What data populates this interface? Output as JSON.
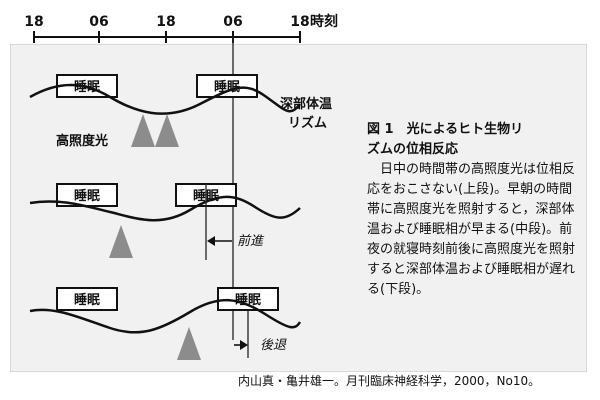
{
  "time_axis": {
    "ticks": [
      "18",
      "06",
      "18",
      "06",
      "18"
    ],
    "unit_label": "時刻"
  },
  "labels": {
    "sleep": "睡眠",
    "rhythm_line1": "深部体温",
    "rhythm_line2": "リズム",
    "bright_light": "高照度光",
    "advance": "前進",
    "delay": "後退"
  },
  "caption": {
    "title_line1": "図 1　光によるヒト生物リ",
    "title_line2": "ズムの位相反応",
    "body": "日中の時間帯の高照度光は位相反応をおこさない(上段)。早朝の時間帯に高照度光を照射すると，深部体温および睡眠相が早まる(中段)。前夜の就寝時刻前後に高照度光を照射すると深部体温および睡眠相が遅れる(下段)。"
  },
  "source": "内山真・亀井雄一。月刊臨床神経科学，2000，No10。",
  "colors": {
    "light_cone": "#8c8c8c",
    "panel_bg": "#f1f1f1"
  }
}
